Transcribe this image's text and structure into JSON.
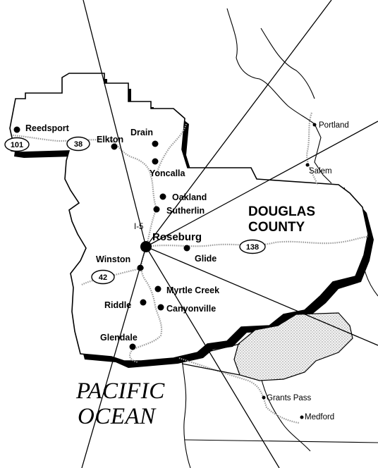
{
  "ocean": {
    "line1": "PACIFIC",
    "line2": "OCEAN"
  },
  "county": {
    "line1": "DOUGLAS",
    "line2": "COUNTY"
  },
  "seat_marker": "I-5",
  "cities": {
    "reedsport": "Reedsport",
    "elkton": "Elkton",
    "drain": "Drain",
    "yoncalla": "Yoncalla",
    "oakland": "Oakland",
    "sutherlin": "Sutherlin",
    "roseburg": "Roseburg",
    "glide": "Glide",
    "winston": "Winston",
    "myrtle_creek": "Myrtle Creek",
    "riddle": "Riddle",
    "canyonville": "Canyonville",
    "glendale": "Glendale"
  },
  "outside_cities": {
    "portland": "Portland",
    "salem": "Salem",
    "grants_pass": "Grants Pass",
    "medford": "Medford"
  },
  "highways": {
    "h101": "101",
    "h38": "38",
    "h138": "138",
    "h42": "42"
  }
}
